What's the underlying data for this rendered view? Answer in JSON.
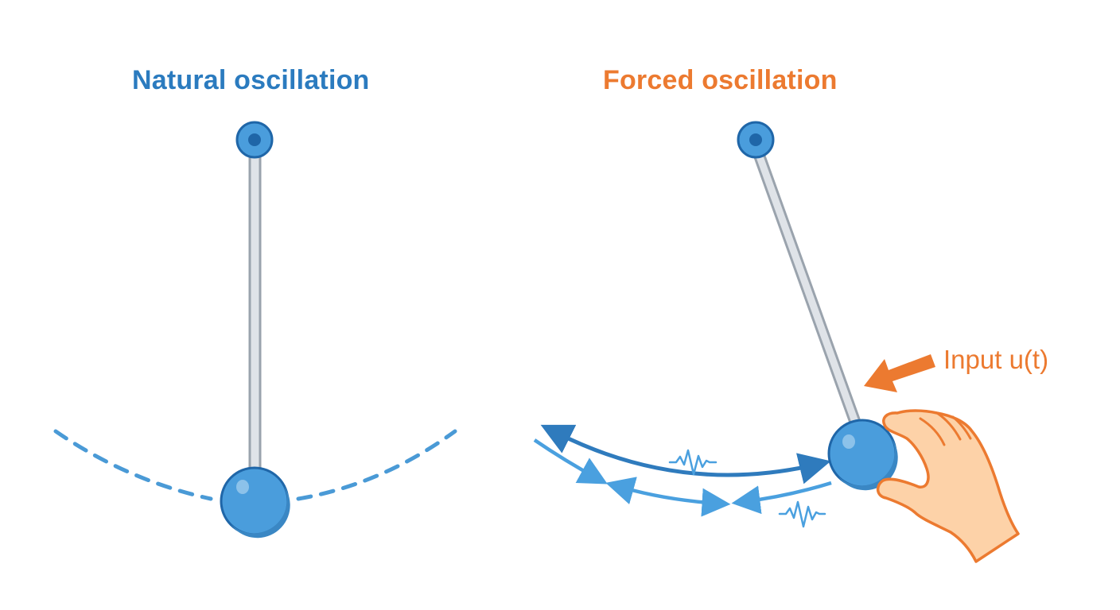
{
  "colors": {
    "natural": "#2b7bbf",
    "forced": "#ec7a30",
    "bob_fill": "#4a9ddc",
    "bob_shade": "#3a87c4",
    "bob_outline": "#1f66a8",
    "rod_fill": "#dfe3e8",
    "rod_edge": "#9aa3ad",
    "arc_dashed": "#4a9ad6",
    "arrow_dark": "#2f7bbd",
    "arrow_light": "#4aa0df",
    "hand_fill": "#fdd2a8",
    "hand_outline": "#ec7a30"
  },
  "panels": {
    "natural": {
      "title": "Natural oscillation",
      "elements": [
        "pivot",
        "rod",
        "bob",
        "dashed swing arc"
      ]
    },
    "forced": {
      "title": "Forced oscillation",
      "input_label": "Input u(t)",
      "elements": [
        "pivot",
        "tilted rod",
        "bob",
        "hand pushing bob",
        "input arrow",
        "double-headed motion arrows",
        "vibration squiggles"
      ]
    }
  }
}
